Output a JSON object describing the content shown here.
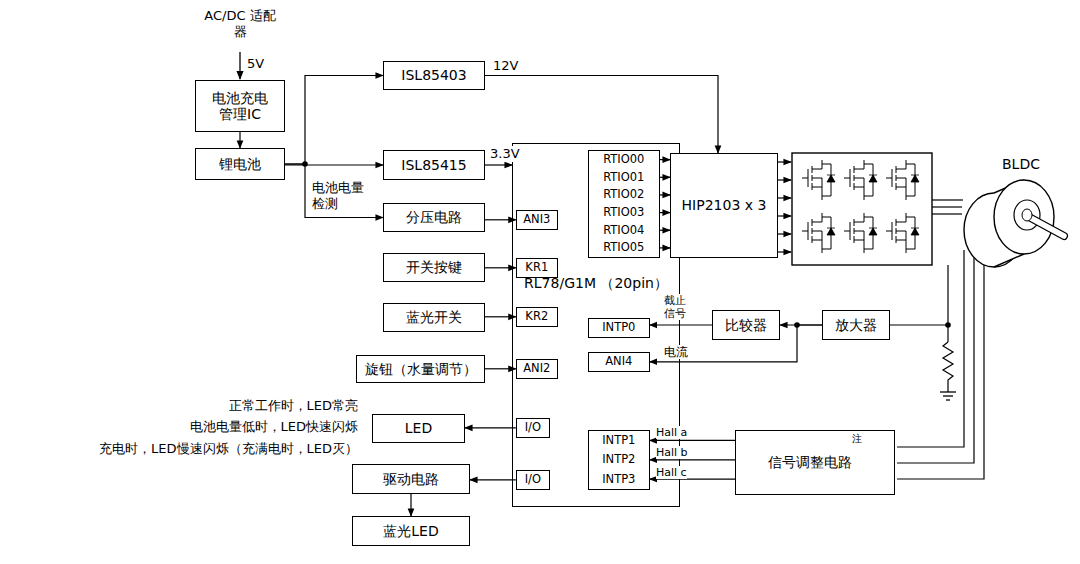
{
  "diagram": {
    "nodes": [
      {
        "text": [
          "电池充电 管理IC"
        ]
      },
      {
        "text": [
          "锂电池"
        ]
      },
      {
        "text": [
          "ISL85403"
        ]
      },
      {
        "text": [
          "ISL85415"
        ]
      },
      {
        "text": [
          "分压电路"
        ]
      },
      {
        "text": [
          "开关按键"
        ]
      },
      {
        "text": [
          "蓝光开关"
        ]
      },
      {
        "text": [
          "旋钮（水量调节）"
        ]
      },
      {
        "text": [
          "LED"
        ]
      },
      {
        "text": [
          "驱动电路"
        ]
      },
      {
        "text": [
          "蓝光LED"
        ]
      },
      {
        "text": [
          "RL78/G1M （20pin）"
        ]
      },
      {
        "text": [
          "RTIO00",
          "RTIO01",
          "RTIO02",
          "RTIO03",
          "RTIO04",
          "RTIO05"
        ],
        "in": 11
      },
      {
        "text": [
          "ANI3"
        ],
        "in": 11
      },
      {
        "text": [
          "KR1"
        ],
        "in": 11
      },
      {
        "text": [
          "KR2"
        ],
        "in": 11
      },
      {
        "text": [
          "ANI2"
        ],
        "in": 11
      },
      {
        "text": [
          "I/O"
        ],
        "in": 11
      },
      {
        "text": [
          "I/O"
        ],
        "in": 11
      },
      {
        "text": [
          "INTP0"
        ],
        "in": 11
      },
      {
        "text": [
          "ANI4"
        ],
        "in": 11
      },
      {
        "text": [
          "INTP1",
          "INTP2",
          "INTP3"
        ],
        "in": 11
      },
      {
        "text": [
          "HIP2103 x 3"
        ]
      },
      {
        "text": [
          "比较器"
        ]
      },
      {
        "text": [
          "放大器"
        ]
      },
      {
        "text": [
          "信号调整电路",
          "注"
        ]
      }
    ],
    "edges": [
      {
        "from": 0,
        "to": 1,
        "arrow": "to"
      },
      {
        "from": 1,
        "to": 2,
        "arrow": "to"
      },
      {
        "from": 1,
        "to": 3,
        "arrow": "to"
      },
      {
        "from": 1,
        "to": 4,
        "arrow": "to"
      },
      {
        "from": 2,
        "to": 22,
        "label": "12V",
        "arrow": "to"
      },
      {
        "from": 3,
        "to": 11,
        "label": "3.3V",
        "arrow": "to"
      },
      {
        "from": 4,
        "to": 13,
        "arrow": "to"
      },
      {
        "from": 5,
        "to": 14,
        "arrow": "to"
      },
      {
        "from": 6,
        "to": 15,
        "arrow": "to"
      },
      {
        "from": 7,
        "to": 16,
        "arrow": "to"
      },
      {
        "from": 17,
        "to": 8,
        "arrow": "to"
      },
      {
        "from": 18,
        "to": 9,
        "arrow": "to"
      },
      {
        "from": 9,
        "to": 10,
        "arrow": "to"
      },
      {
        "from": 12,
        "to": 22,
        "arrow": "to"
      },
      {
        "from": 23,
        "to": 19,
        "label": "截止 信号",
        "arrow": "to"
      },
      {
        "from": 24,
        "to": 23,
        "arrow": "to"
      },
      {
        "from": 24,
        "to": 20,
        "label": "电流",
        "arrow": "to"
      },
      {
        "from": 25,
        "to": 21,
        "arrow": "to"
      }
    ],
    "labels": [
      "AC/DC 适配器",
      "5V",
      "电池电量 检测",
      "Hall a",
      "Hall b",
      "Hall c",
      "BLDC",
      "正常工作时，LED常亮",
      "电池电量低时，LED快速闪烁",
      "充电时，LED慢速闪烁（充满电时，LED灭）"
    ]
  }
}
